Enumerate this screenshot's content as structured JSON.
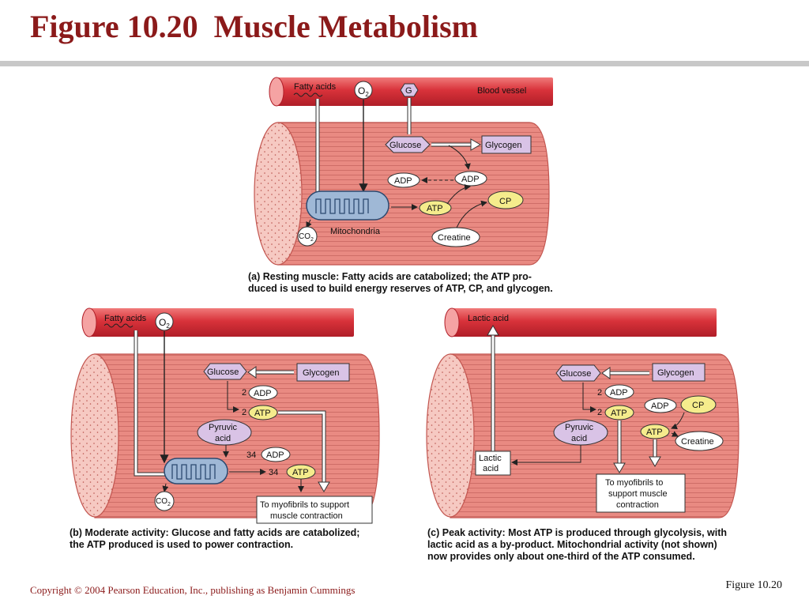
{
  "slide": {
    "title": "Figure 10.20  Muscle Metabolism",
    "copyright": "Copyright © 2004 Pearson Education, Inc., publishing as Benjamin Cummings",
    "figure_label": "Figure 10.20"
  },
  "panel_a": {
    "fatty_acids": "Fatty acids",
    "o2": "O",
    "o2_sub": "2",
    "g": "G",
    "blood_vessel": "Blood vessel",
    "glucose": "Glucose",
    "glycogen": "Glycogen",
    "adp_left": "ADP",
    "adp_right": "ADP",
    "atp": "ATP",
    "cp": "CP",
    "creatine": "Creatine",
    "mitochondria": "Mitochondria",
    "co2": "CO",
    "co2_sub": "2",
    "caption_line1": "(a) Resting muscle: Fatty acids are catabolized; the ATP pro-",
    "caption_line2": "duced is used to build energy reserves of ATP, CP, and glycogen."
  },
  "panel_b": {
    "fatty_acids": "Fatty acids",
    "o2": "O",
    "o2_sub": "2",
    "glucose": "Glucose",
    "glycogen": "Glycogen",
    "num_2a": "2",
    "adp1": "ADP",
    "num_2b": "2",
    "atp1": "ATP",
    "pyruvic1": "Pyruvic",
    "pyruvic2": "acid",
    "num_34a": "34",
    "adp2": "ADP",
    "num_34b": "34",
    "atp2": "ATP",
    "co2": "CO",
    "co2_sub": "2",
    "myo1": "To myofibrils to support",
    "myo2": "muscle contraction",
    "caption_line1": "(b) Moderate activity: Glucose and fatty acids are catabolized;",
    "caption_line2": "the ATP produced is used to power contraction."
  },
  "panel_c": {
    "lactic_acid_vessel": "Lactic acid",
    "glucose": "Glucose",
    "glycogen": "Glycogen",
    "num_2a": "2",
    "adp1": "ADP",
    "num_2b": "2",
    "atp1": "ATP",
    "adp2": "ADP",
    "cp": "CP",
    "atp2": "ATP",
    "creatine": "Creatine",
    "pyruvic1": "Pyruvic",
    "pyruvic2": "acid",
    "lactic1": "Lactic",
    "lactic2": "acid",
    "myo1": "To myofibrils to",
    "myo2": "support muscle",
    "myo3": "contraction",
    "caption_line1": "(c) Peak activity: Most ATP is produced through glycolysis, with",
    "caption_line2": "lactic acid as a by-product.  Mitochondrial activity (not shown)",
    "caption_line3": "now provides only about one-third of the ATP consumed."
  }
}
